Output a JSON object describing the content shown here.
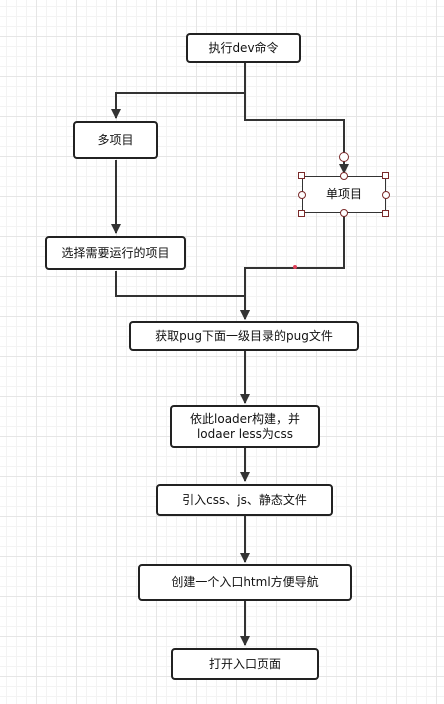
{
  "nodes": {
    "run_dev": "执行dev命令",
    "multi_project": "多项目",
    "single_project": "单项目",
    "select_project": "选择需要运行的项目",
    "get_pug": "获取pug下面一级目录的pug文件",
    "build_loader": "依此loader构建，并\nlodaer less为css",
    "import_assets": "引入css、js、静态文件",
    "create_entry": "创建一个入口html方便导航",
    "open_page": "打开入口页面"
  },
  "colors": {
    "line": "#333333",
    "selection_handle_stroke": "#7a2a2a",
    "waypoint": "#e0405a"
  }
}
